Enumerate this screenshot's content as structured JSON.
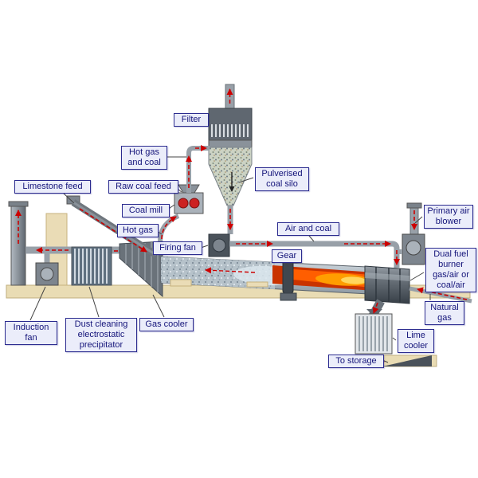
{
  "labels": {
    "filter": "Filter",
    "hot_gas_and_coal": "Hot gas and coal",
    "raw_coal_feed": "Raw coal feed",
    "coal_mill": "Coal mill",
    "limestone_feed": "Limestone feed",
    "hot_gas": "Hot gas",
    "firing_fan": "Firing fan",
    "pulverised_coal_silo": "Pulverised coal silo",
    "air_and_coal": "Air and coal",
    "gear": "Gear",
    "primary_air_blower": "Primary air blower",
    "dual_fuel_burner": "Dual fuel burner gas/air or coal/air",
    "natural_gas": "Natural gas",
    "induction_fan": "Induction fan",
    "dust_cleaning_precipitator": "Dust cleaning electrostatic precipitator",
    "gas_cooler": "Gas cooler",
    "lime_cooler": "Lime cooler",
    "to_storage": "To storage"
  },
  "colors": {
    "label_background": "#ebedfa",
    "label_border": "#2b2b8f",
    "label_text": "#14147a",
    "flow_arrow": "#cc0000",
    "pipe": "#98a0a8",
    "ground": "#e9dcb4",
    "machine_dark": "#4a525a",
    "machine_light": "#aab2ba",
    "flame_outer": "#c93300",
    "flame_mid": "#ff5e00",
    "flame_core": "#ffd65e"
  }
}
